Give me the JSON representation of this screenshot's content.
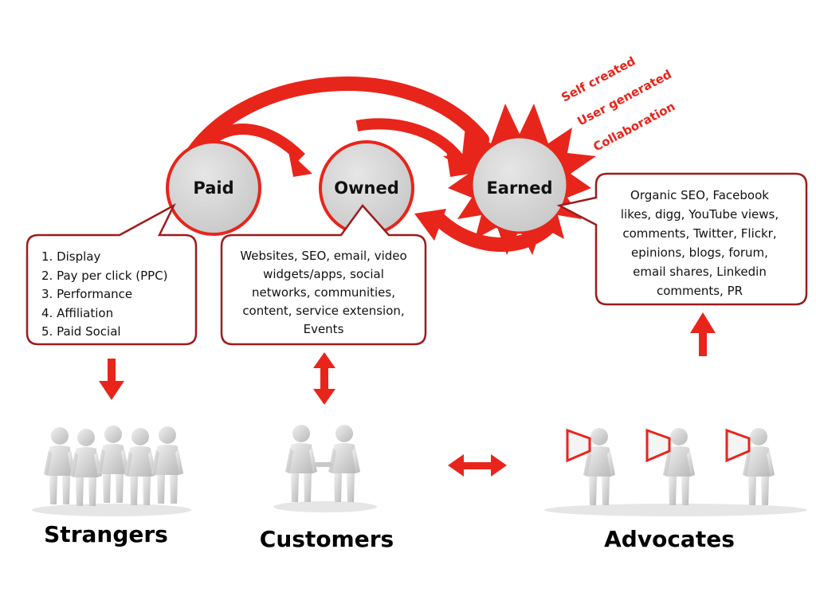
{
  "nodes": {
    "paid": "Paid",
    "owned": "Owned",
    "earned": "Earned"
  },
  "earned_tags": [
    "Self created",
    "User generated",
    "Collaboration"
  ],
  "paid_box": {
    "items": [
      "1.  Display",
      "2.  Pay per click (PPC)",
      "3.  Performance",
      "4.  Affiliation",
      "5.  Paid Social"
    ]
  },
  "owned_box": {
    "lines": [
      "Websites, SEO, email, video",
      "widgets/apps, social",
      "networks, communities,",
      "content, service extension,",
      "Events"
    ]
  },
  "earned_box": {
    "lines": [
      "Organic SEO, Facebook",
      "likes, digg, YouTube views,",
      "comments, Twitter, Flickr,",
      "epinions, blogs, forum,",
      "email shares, Linkedin",
      "comments, PR"
    ]
  },
  "groups": {
    "strangers": "Strangers",
    "customers": "Customers",
    "advocates": "Advocates"
  },
  "colors": {
    "accent_red": "#e8251b",
    "box_border": "#9e1b1b",
    "node_fill": "#d6d6d6",
    "figure_fill": "#dcdcdc"
  }
}
